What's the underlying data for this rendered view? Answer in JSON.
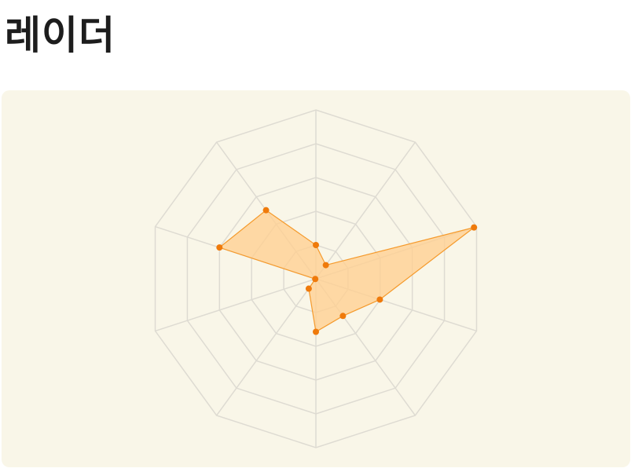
{
  "page": {
    "title": "레이더"
  },
  "chart_data": {
    "type": "radar",
    "title": "",
    "axes_count": 10,
    "rings": 5,
    "grid": true,
    "series": [
      {
        "values": [
          1.0,
          0.5,
          4.92,
          1.99,
          1.36,
          1.57,
          0.36,
          0.02,
          3.0,
          2.51
        ]
      }
    ],
    "colors": {
      "fill": "#ffcf91",
      "stroke": "#f59a2c",
      "point": "#ef7a0b",
      "grid": "#dedbd2",
      "background": "#f9f6e8"
    }
  }
}
